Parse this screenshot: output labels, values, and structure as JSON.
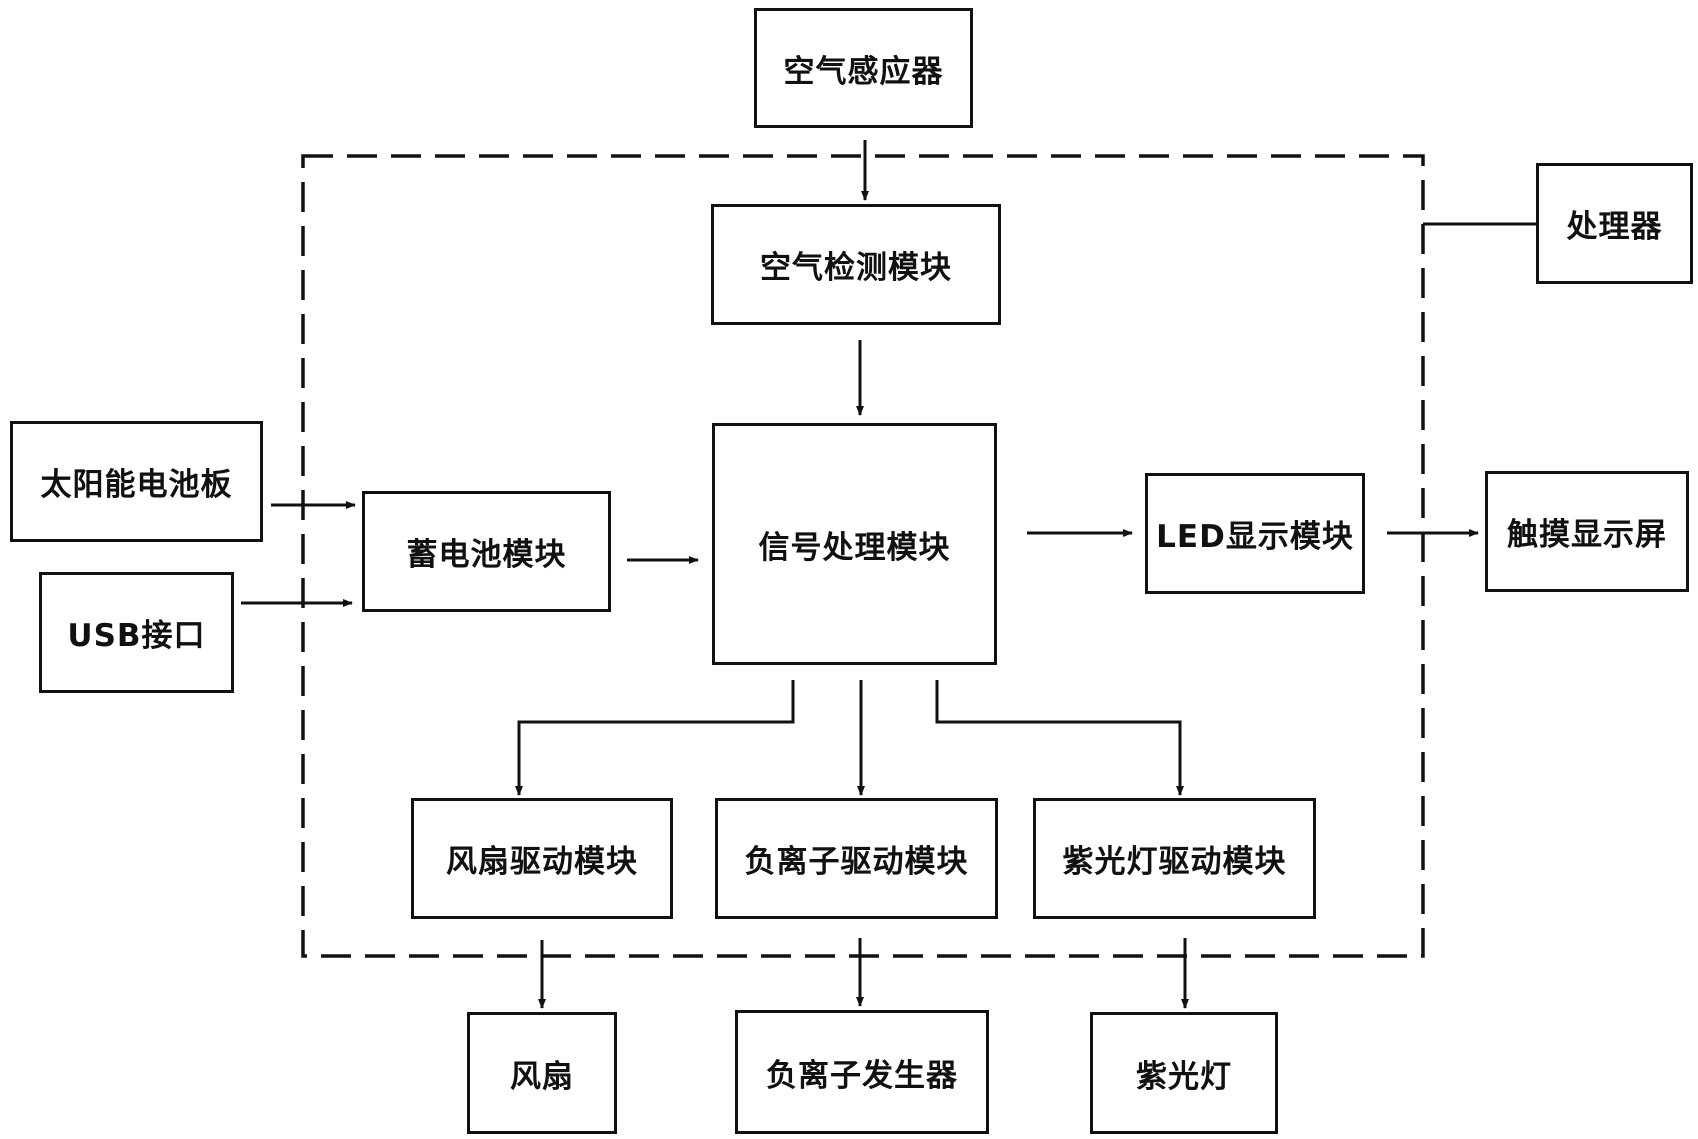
{
  "diagram": {
    "colors": {
      "line": "#111111",
      "background": "#ffffff"
    },
    "nodes": {
      "air_sensor": "空气感应器",
      "processor": "处理器",
      "air_detection": "空气检测模块",
      "solar_panel": "太阳能电池板",
      "usb_port": "USB接口",
      "battery_module": "蓄电池模块",
      "signal_processing": "信号处理模块",
      "led_display": "LED显示模块",
      "touch_screen": "触摸显示屏",
      "fan_driver": "风扇驱动模块",
      "anion_driver": "负离子驱动模块",
      "uv_lamp_driver": "紫光灯驱动模块",
      "fan": "风扇",
      "anion_generator": "负离子发生器",
      "uv_lamp": "紫光灯"
    },
    "edges": [
      {
        "from": "air_sensor",
        "to": "air_detection"
      },
      {
        "from": "air_detection",
        "to": "signal_processing"
      },
      {
        "from": "solar_panel",
        "to": "battery_module"
      },
      {
        "from": "usb_port",
        "to": "battery_module"
      },
      {
        "from": "battery_module",
        "to": "signal_processing"
      },
      {
        "from": "signal_processing",
        "to": "led_display"
      },
      {
        "from": "led_display",
        "to": "touch_screen"
      },
      {
        "from": "signal_processing",
        "to": "fan_driver"
      },
      {
        "from": "signal_processing",
        "to": "anion_driver"
      },
      {
        "from": "signal_processing",
        "to": "uv_lamp_driver"
      },
      {
        "from": "fan_driver",
        "to": "fan"
      },
      {
        "from": "anion_driver",
        "to": "anion_generator"
      },
      {
        "from": "uv_lamp_driver",
        "to": "uv_lamp"
      },
      {
        "from": "processor",
        "to": "processor_boundary",
        "arrow": false
      }
    ]
  }
}
